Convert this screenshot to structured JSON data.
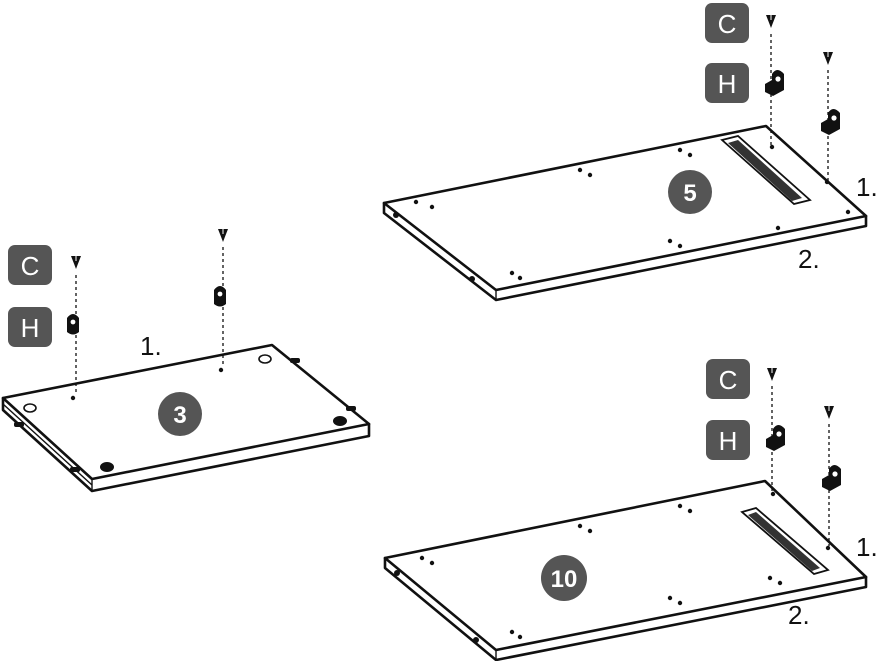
{
  "hardware": {
    "cam_label": "C",
    "bracket_label": "H"
  },
  "panels": {
    "panel_3": {
      "number": "3",
      "step_1": "1."
    },
    "panel_5": {
      "number": "5",
      "step_1": "1.",
      "step_2": "2."
    },
    "panel_10": {
      "number": "10",
      "step_1": "1.",
      "step_2": "2."
    }
  },
  "colors": {
    "badge_fill": "#555555",
    "outline": "#111111",
    "background": "#ffffff"
  }
}
